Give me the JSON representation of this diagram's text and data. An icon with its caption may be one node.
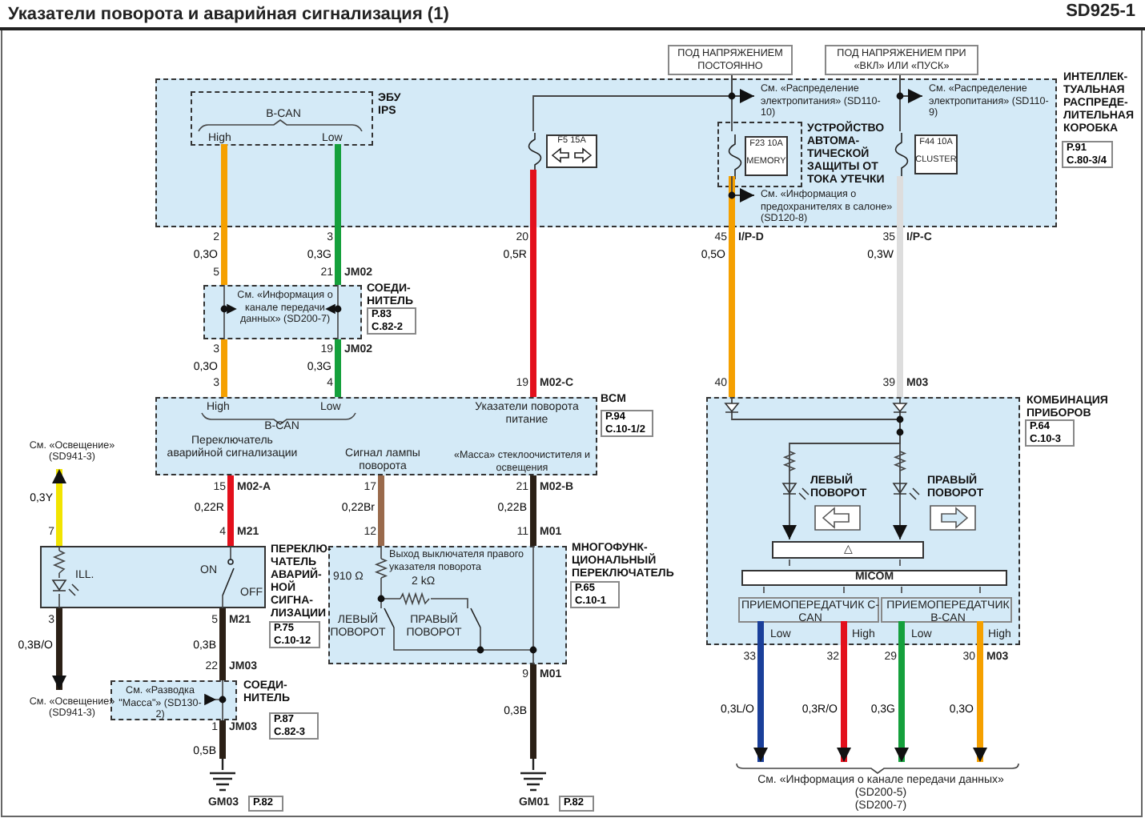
{
  "diagram": {
    "title": "Указатели поворота и аварийная сигнализация (1)",
    "nodes": [
      {
        "text": [
          "ИНТЕЛЛЕК-ТУАЛЬНАЯ РАСПРЕДЕ-ЛИТЕЛЬНАЯ КОРОБКА"
        ],
        "beside": [
          "P.91 C.80-3/4"
        ]
      },
      {
        "text": [
          "ЭБУ IPS",
          "B-CAN",
          "High",
          "Low"
        ],
        "in": 0
      },
      {
        "text": [
          "F5 15A"
        ],
        "in": 0
      },
      {
        "text": [
          "УСТРОЙСТВО АВТОМА-ТИЧЕСКОЙ ЗАЩИТЫ ОТ ТОКА УТЕЧКИ"
        ],
        "in": 0
      },
      {
        "text": [
          "F23 10A",
          "MEMORY"
        ],
        "in": 3
      },
      {
        "text": [
          "F44 10A",
          "CLUSTER"
        ],
        "in": 0
      },
      {
        "text": [
          "ПОД НАПРЯЖЕНИЕМ ПОСТОЯННО"
        ]
      },
      {
        "text": [
          "ПОД НАПРЯЖЕНИЕМ ПРИ «ВКЛ» ИЛИ «ПУСК»"
        ]
      },
      {
        "text": [
          "См. «Распределение электропитания» (SD110-10)"
        ],
        "in": 0
      },
      {
        "text": [
          "См. «Распределение электропитания» (SD110-9)"
        ],
        "in": 0
      },
      {
        "text": [
          "См. «Информация о предохранителях в салоне» (SD120-8)"
        ],
        "in": 0
      },
      {
        "text": [
          "См. «Информация о канале передачи данных» (SD200-7)",
          "СОЕДИ-НИТЕЛЬ"
        ],
        "beside": [
          "P.83 C.82-2"
        ]
      },
      {
        "text": [
          "BCM",
          "High",
          "Low",
          "B-CAN",
          "Указатели поворота питание",
          "Переключатель аварийной сигнализации",
          "Сигнал лампы поворота",
          "«Масса» стеклоочистителя и освещения"
        ],
        "beside": [
          "P.94 C.10-1/2"
        ]
      },
      {
        "text": [
          "ILL.",
          "ON",
          "OFF",
          "ПЕРЕКЛЮ-ЧАТЕЛЬ АВАРИЙ-НОЙ СИГНА-ЛИЗАЦИИ"
        ],
        "beside": [
          "P.75 C.10-12"
        ]
      },
      {
        "text": [
          "Выход выключателя правого указателя поворота",
          "910 Ω",
          "2 kΩ",
          "ЛЕВЫЙ ПОВОРОТ",
          "ПРАВЫЙ ПОВОРОТ",
          "МНОГОФУНК-ЦИОНАЛЬНЫЙ ПЕРЕКЛЮЧАТЕЛЬ"
        ],
        "beside": [
          "P.65 C.10-1"
        ]
      },
      {
        "text": [
          "См. «Разводка \"Масса\"» (SD130-2)",
          "СОЕДИ-НИТЕЛЬ"
        ],
        "beside": [
          "P.87 C.82-3"
        ]
      },
      {
        "text": [
          "КОМБИНАЦИЯ ПРИБОРОВ",
          "ЛЕВЫЙ ПОВОРОТ",
          "ПРАВЫЙ ПОВОРОТ"
        ],
        "beside": [
          "P.64 C.10-3"
        ]
      },
      {
        "text": [
          "△"
        ],
        "in": 16
      },
      {
        "text": [
          "MICOM"
        ],
        "in": 16
      },
      {
        "text": [
          "ПРИЕМОПЕРЕДАТЧИК C-CAN",
          "Low",
          "High"
        ],
        "in": 16
      },
      {
        "text": [
          "ПРИЕМОПЕРЕДАТЧИК B-CAN",
          "Low",
          "High"
        ],
        "in": 16
      },
      {
        "text": [
          "См. «Освещение» (SD941-3)"
        ]
      },
      {
        "text": [
          "См. «Освещение» (SD941-3)"
        ]
      },
      {
        "text": [
          "GM03"
        ],
        "beside": [
          "P.82"
        ]
      },
      {
        "text": [
          "GM01"
        ],
        "beside": [
          "P.82"
        ]
      },
      {
        "text": [
          "См. «Информация о канале передачи данных»",
          "(SD200-5)",
          "(SD200-7)"
        ]
      }
    ],
    "edges": [
      {
        "from": 1,
        "to": 11,
        "arrow": "none",
        "label": "0,3O",
        "color": "#f5a000"
      },
      {
        "from": 1,
        "to": 11,
        "arrow": "none",
        "label": "0,3G",
        "color": "#15a03c"
      },
      {
        "from": 11,
        "to": 12,
        "arrow": "none",
        "label": "0,3O",
        "color": "#f5a000"
      },
      {
        "from": 11,
        "to": 12,
        "arrow": "none",
        "label": "0,3G",
        "color": "#15a03c"
      },
      {
        "from": 2,
        "to": 12,
        "arrow": "none",
        "label": "0,5R",
        "color": "#e3101c"
      },
      {
        "from": 4,
        "to": 16,
        "arrow": "none",
        "label": "0,5O",
        "color": "#f5a000"
      },
      {
        "from": 5,
        "to": 16,
        "arrow": "none",
        "label": "0,3W",
        "color": "#dddddd"
      },
      {
        "from": 12,
        "to": 13,
        "arrow": "none",
        "label": "0,22R",
        "color": "#e3101c"
      },
      {
        "from": 12,
        "to": 14,
        "arrow": "none",
        "label": "0,22Br",
        "color": "#9a6a4c"
      },
      {
        "from": 12,
        "to": 14,
        "arrow": "none",
        "label": "0,22B",
        "color": "#2b2016"
      },
      {
        "from": 13,
        "to": 21,
        "arrow": "to",
        "label": "0,3Y",
        "color": "#f2e400"
      },
      {
        "from": 13,
        "to": 22,
        "arrow": "to",
        "label": "0,3B/O",
        "color": "#2b2016"
      },
      {
        "from": 13,
        "to": 15,
        "arrow": "none",
        "label": "0,3B",
        "color": "#2b2016"
      },
      {
        "from": 15,
        "to": 23,
        "arrow": "none",
        "label": "0,5B",
        "color": "#2b2016"
      },
      {
        "from": 14,
        "to": 24,
        "arrow": "none",
        "label": "0,3B",
        "color": "#2b2016"
      },
      {
        "from": 19,
        "to": 25,
        "arrow": "to",
        "label": "0,3L/O",
        "color": "#1a3f9a"
      },
      {
        "from": 19,
        "to": 25,
        "arrow": "to",
        "label": "0,3R/O",
        "color": "#e3101c"
      },
      {
        "from": 20,
        "to": 25,
        "arrow": "to",
        "label": "0,3G",
        "color": "#15a03c"
      },
      {
        "from": 20,
        "to": 25,
        "arrow": "to",
        "label": "0,3O",
        "color": "#f5a000"
      },
      {
        "from": 6,
        "to": 4,
        "arrow": "none"
      },
      {
        "from": 6,
        "to": 2,
        "arrow": "none"
      },
      {
        "from": 7,
        "to": 5,
        "arrow": "none"
      },
      {
        "from": 6,
        "to": 8,
        "arrow": "to"
      },
      {
        "from": 7,
        "to": 9,
        "arrow": "to"
      },
      {
        "from": 4,
        "to": 10,
        "arrow": "to"
      },
      {
        "from": 16,
        "to": 17,
        "arrow": "to"
      },
      {
        "from": 16,
        "to": 17,
        "arrow": "to"
      }
    ],
    "labels": [
      "SD925-1",
      "2",
      "3",
      "20",
      "45",
      "I/P-D",
      "35",
      "I/P-C",
      "5",
      "21",
      "JM02",
      "3",
      "19",
      "JM02",
      "3",
      "4",
      "19",
      "M02-C",
      "40",
      "39",
      "M03",
      "15",
      "M02-A",
      "17",
      "21",
      "M02-B",
      "7",
      "4",
      "M21",
      "12",
      "11",
      "M01",
      "3",
      "5",
      "M21",
      "22",
      "JM03",
      "33",
      "32",
      "29",
      "30",
      "M03",
      "9",
      "M01",
      "1",
      "JM03"
    ]
  }
}
